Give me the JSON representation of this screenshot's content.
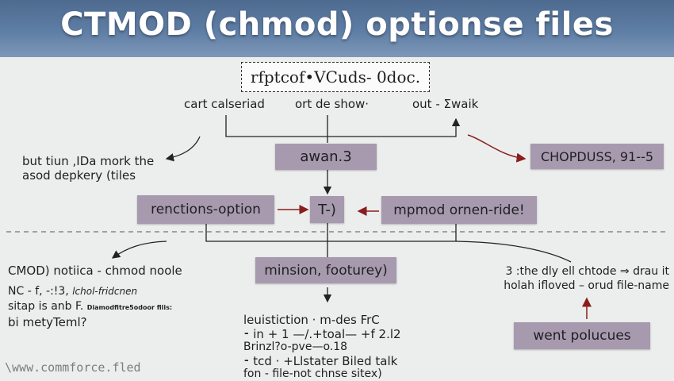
{
  "header": {
    "title": "CTMOD (chmod) optionse files"
  },
  "diagram": {
    "top_box": "rfptcof•VCuds- 0doc.",
    "branch_labels": {
      "left": "cart calseriad",
      "middle": "ort de show·",
      "right": "out - Σwaik"
    },
    "left_note": [
      "but tiun ,IDa mork the",
      "asod depkery (tiles"
    ],
    "right_box": "CHOPDUSS, 91--5",
    "center_box": "awan.3",
    "mid_box_left": "renctions-option",
    "mid_box_center": "T-)",
    "mid_box_right": "mpmod ornen-ride!",
    "lower_left": {
      "heading": "CMOD) notiica - chmod noole",
      "line1": "NC - f, -:!3, ",
      "line1_italic": "lchol-fridcnen",
      "line2a": "sitap is anb F.",
      "line2b": "Diamodfitre5odoor filis:",
      "line3": "bi metyTeml?"
    },
    "lower_center_box": "minsion, footurey)",
    "lower_center_text": [
      "leuistiction · m-des FrC",
      "⁃ in + 1 —/.+toal— +f 2.l2",
      "Brinzl?o-pve—o.18",
      "⁃ tcd · +Llstater Biled talk",
      "fon - file-not chnse sitex)"
    ],
    "lower_right_text": [
      "3 :the dly ell chtode ⇒ drau it",
      "holah ifloved – orud file-name"
    ],
    "lower_right_box": "went polucues"
  },
  "footer": {
    "url": "\\www.commforce.fled"
  },
  "colors": {
    "accent_arrow": "#8a1d1d",
    "box_fill": "#a79aaf",
    "header": "#5f7ea5"
  }
}
